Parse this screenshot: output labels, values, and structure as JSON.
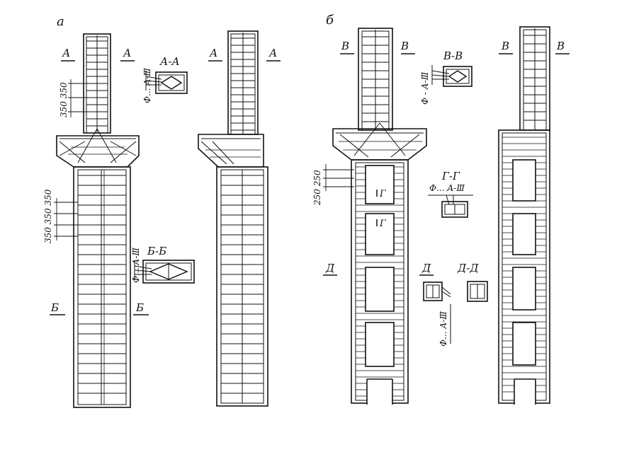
{
  "colors": {
    "ink": "#111111",
    "paper": "#ffffff"
  },
  "panels": {
    "a": {
      "label": "а"
    },
    "b": {
      "label": "б"
    }
  },
  "sections": {
    "aa": "А-А",
    "bb": "Б-Б",
    "vv": "В-В",
    "gg": "Г-Г",
    "dd": "Д-Д"
  },
  "cut_marks": {
    "A": "А",
    "B": "Б",
    "V": "В",
    "D": "Д",
    "G": "Г"
  },
  "dimensions": {
    "top_spacing": "350 350",
    "bottom_spacing": "350 350 350",
    "opening_spacing": "250 250"
  },
  "rebar_callouts": {
    "aa": "Ф... А-Ⅲ",
    "bb": "Ф... А-Ⅲ",
    "vv": "Ф - А-Ⅲ",
    "gg": "Ф... А-Ⅲ",
    "dd": "Ф... А-Ⅲ"
  }
}
